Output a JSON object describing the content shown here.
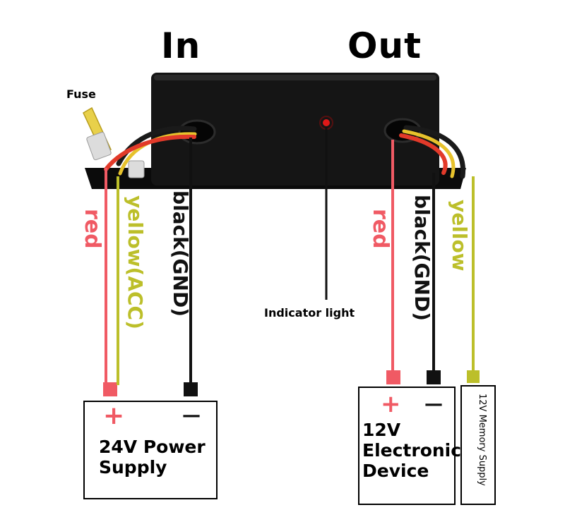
{
  "headings": {
    "in": "In",
    "out": "Out"
  },
  "labels": {
    "fuse": "Fuse",
    "indicator": "Indicator light",
    "left_red": "red",
    "left_yellow": "yellow(ACC)",
    "left_black": "black(GND)",
    "right_red": "red",
    "right_black": "black(GND)",
    "right_yellow": "yellow"
  },
  "boxes": {
    "power": {
      "plus": "+",
      "minus": "—",
      "line1": "24V  Power",
      "line2": "Supply"
    },
    "device": {
      "plus": "+",
      "minus": "—",
      "line1": "12V",
      "line2": "Electronic",
      "line3": "Device"
    },
    "memory": {
      "label": "12V Memory Supply"
    }
  },
  "colors": {
    "red_wire": "#f05a64",
    "yellow_wire": "#bcbf2a",
    "black_wire": "#111111",
    "module_body": "#141414",
    "indicator_led": "#e01818",
    "fuse": "#e8d04a"
  }
}
